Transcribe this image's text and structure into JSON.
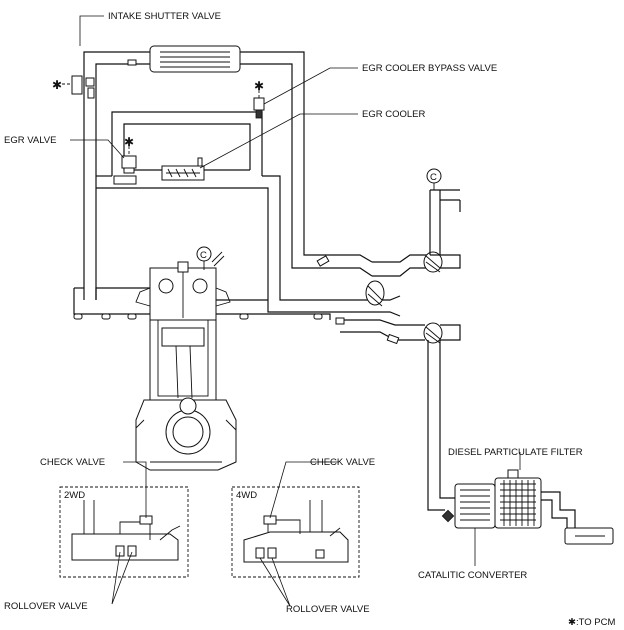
{
  "labels": {
    "intake_shutter_valve": "INTAKE SHUTTER VALVE",
    "egr_cooler_bypass_valve": "EGR COOLER BYPASS VALVE",
    "egr_valve": "EGR VALVE",
    "egr_cooler": "EGR COOLER",
    "diesel_particulate_filter": "DIESEL PARTICULATE FILTER",
    "catalytic_converter": "CATALITIC CONVERTER",
    "check_valve_2wd": "CHECK VALVE",
    "check_valve_4wd": "CHECK VALVE",
    "rollover_valve_2wd": "ROLLOVER VALVE",
    "rollover_valve_4wd": "ROLLOVER VALVE",
    "box_2wd": "2WD",
    "box_4wd": "4WD",
    "marker_c_top": "C",
    "marker_c_engine": "C",
    "star_symbol": "✱",
    "legend": "✱:TO PCM"
  }
}
